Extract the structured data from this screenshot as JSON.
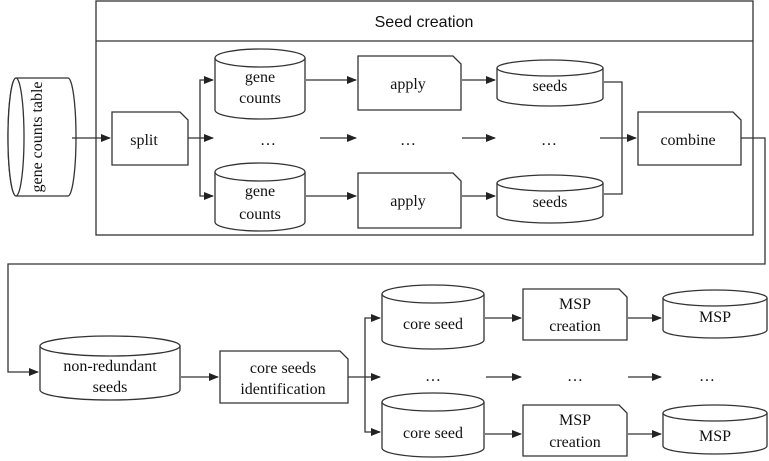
{
  "panel": {
    "title": "Seed creation"
  },
  "nodes": {
    "input_table": "gene counts table",
    "split": "split",
    "gene_counts_top_1": "gene",
    "gene_counts_top_2": "counts",
    "gene_counts_bottom_1": "gene",
    "gene_counts_bottom_2": "counts",
    "apply_top": "apply",
    "apply_bottom": "apply",
    "seeds_top": "seeds",
    "seeds_bottom": "seeds",
    "ellipsis": "…",
    "combine": "combine",
    "non_redundant_1": "non-redundant",
    "non_redundant_2": "seeds",
    "core_ident_1": "core seeds",
    "core_ident_2": "identification",
    "core_seed_top": "core seed",
    "core_seed_bottom": "core seed",
    "msp_creation_top_1": "MSP",
    "msp_creation_top_2": "creation",
    "msp_creation_bottom_1": "MSP",
    "msp_creation_bottom_2": "creation",
    "msp_top": "MSP",
    "msp_bottom": "MSP"
  },
  "colors": {
    "stroke": "#333333",
    "fill": "#ffffff",
    "text": "#111111"
  }
}
